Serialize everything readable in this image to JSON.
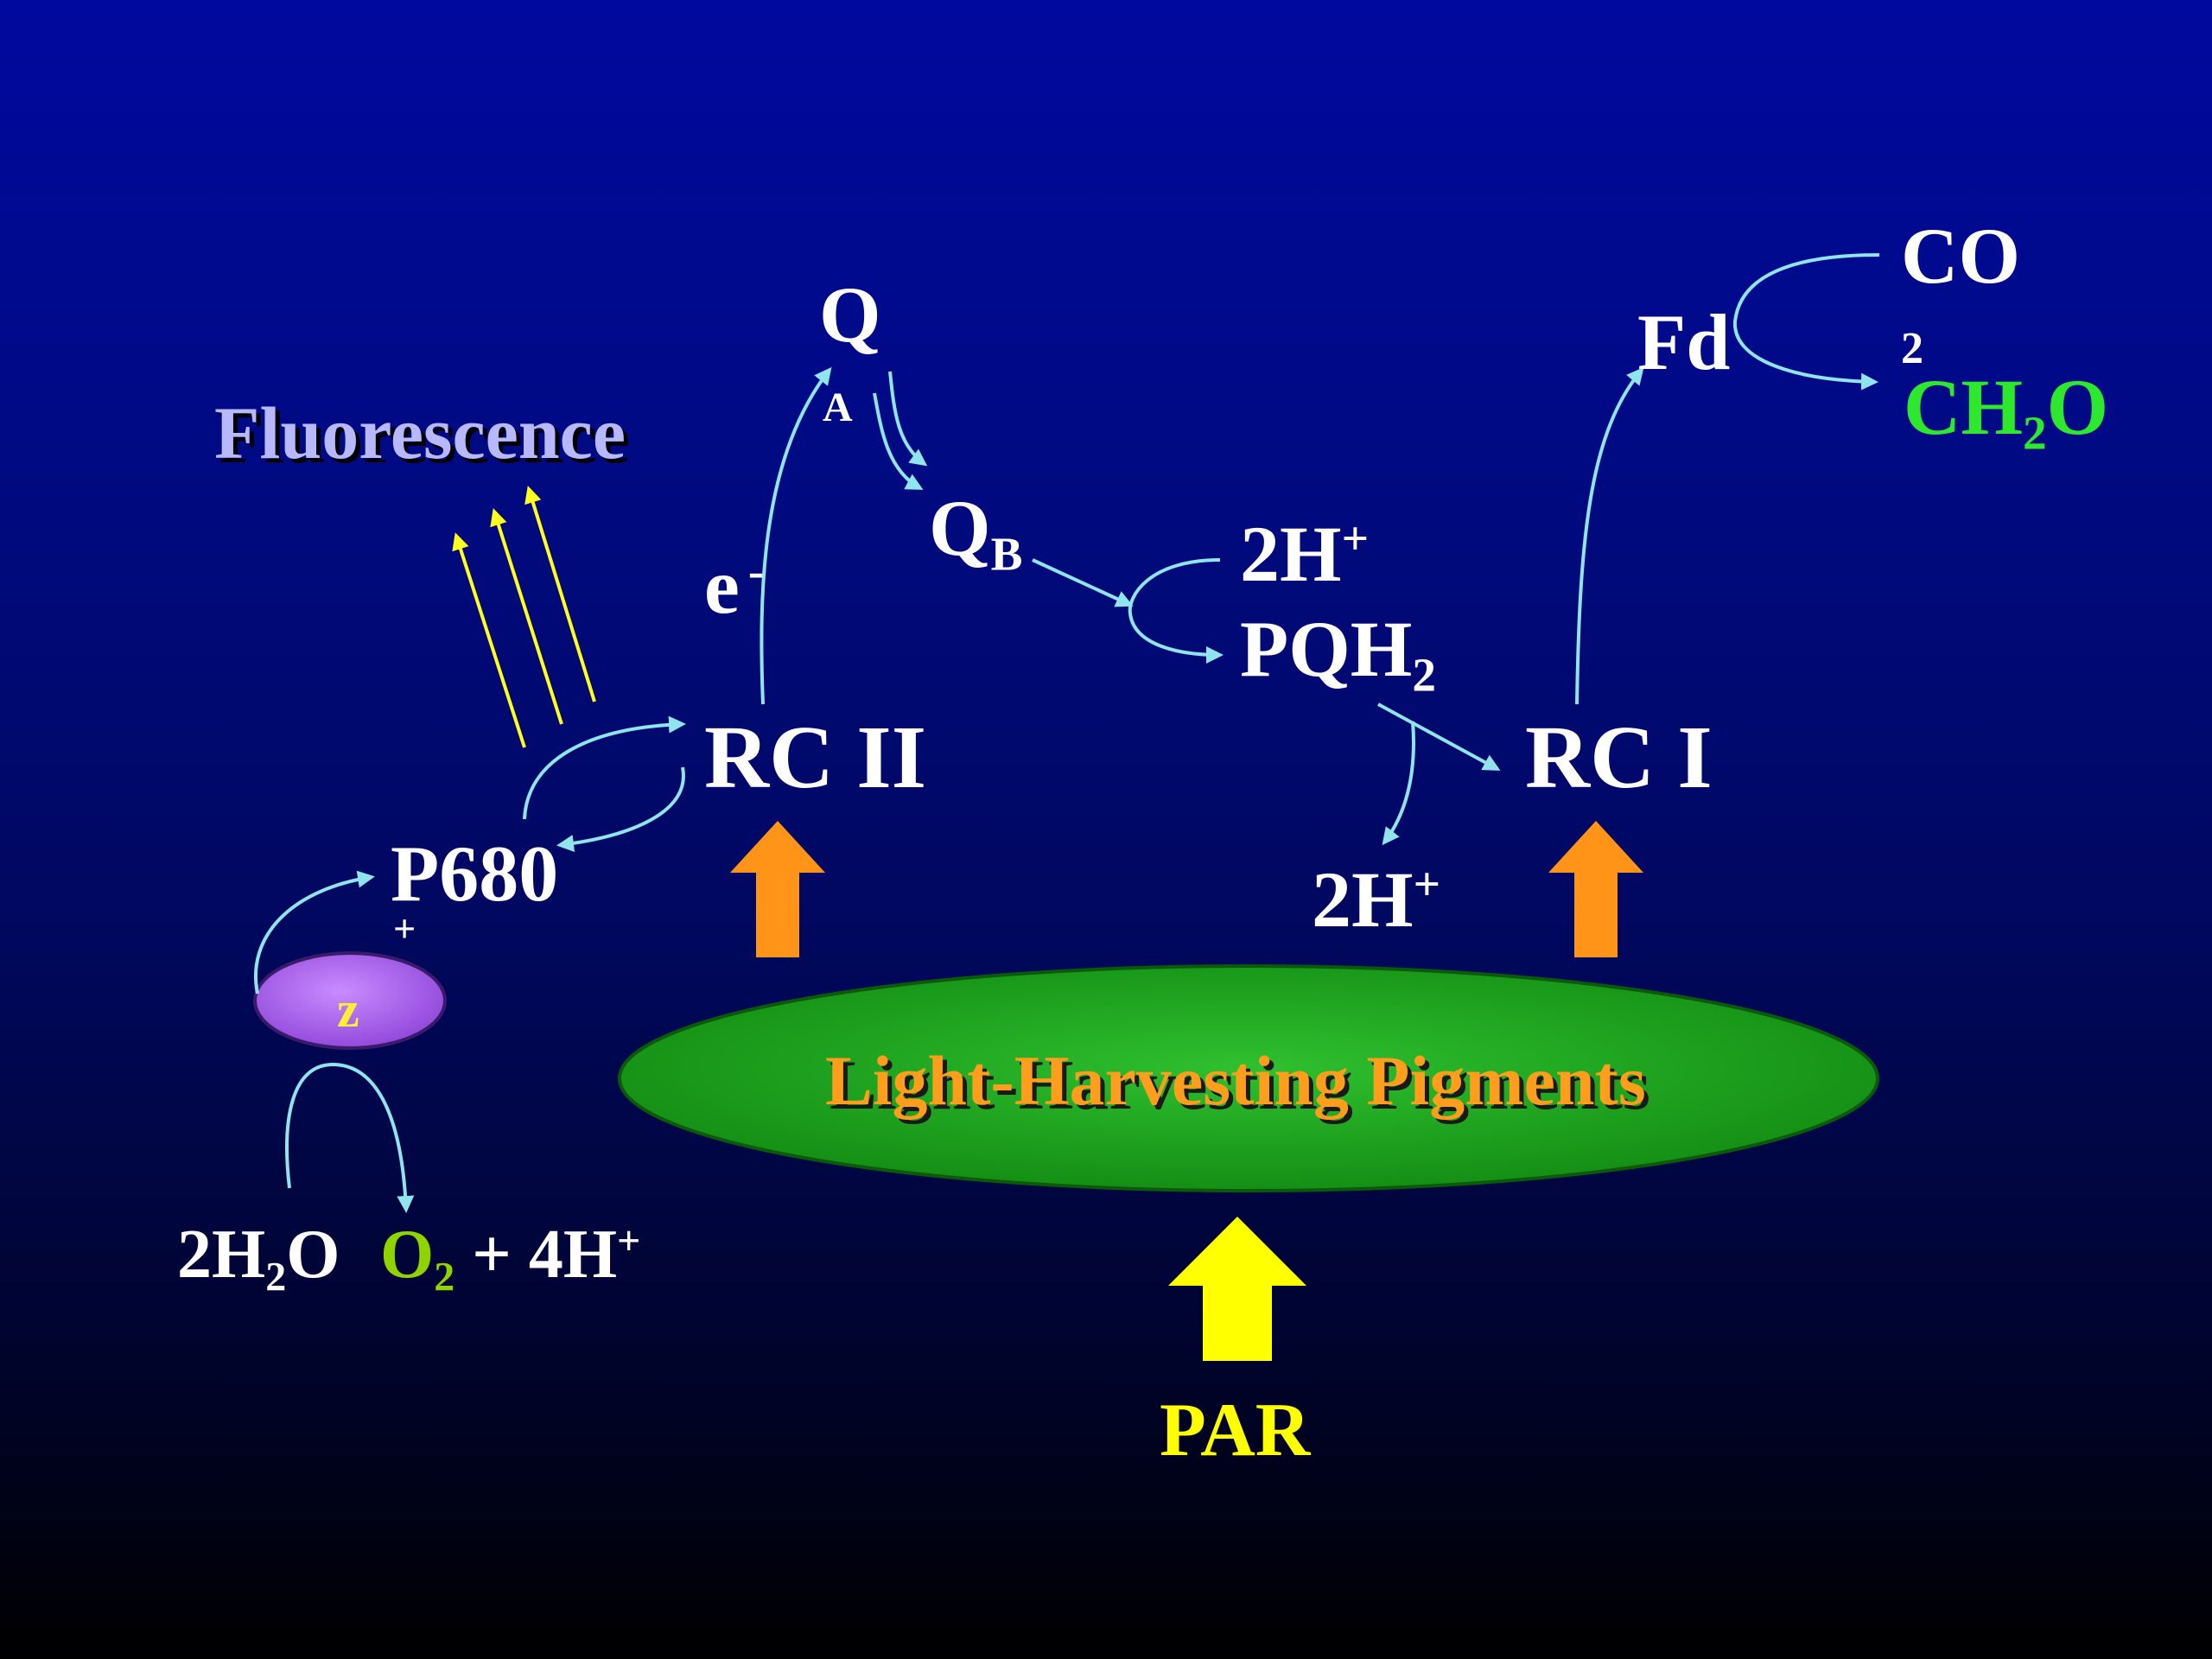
{
  "labels": {
    "fluorescence": "Fluorescence",
    "q": "Q",
    "q_a_sub": "A",
    "q_b": "Q",
    "q_b_sub": "B",
    "e": "e",
    "e_sup": "-",
    "h2_top": "2H",
    "h2_top_sup": "+",
    "pqh": "PQH",
    "pqh_sub": "2",
    "rc2": "RC II",
    "rc1": "RC I",
    "h2_bottom": "2H",
    "h2_bottom_sup": "+",
    "p680": "P680",
    "p680_plus": "+",
    "z": "z",
    "water_pre": "2H",
    "water_sub": "2",
    "water_post": "O",
    "o2": "O",
    "o2_sub": "2",
    "protons": " + 4H",
    "protons_sup": "+",
    "lhp": "Light-Harvesting Pigments",
    "par": "PAR",
    "fd": "Fd",
    "co": "CO",
    "co_sub": "2",
    "ch2o_pre": "CH",
    "ch2o_sub": "2",
    "ch2o_post": "O"
  },
  "colors": {
    "flow_arrow": "#8fe4ee",
    "light_arrow": "#ffff22",
    "excitation_arrow": "#ff9418",
    "par_arrow": "#ffff00",
    "pigment_ellipse": "#1ea01e",
    "z_ellipse": "#b066ee"
  }
}
